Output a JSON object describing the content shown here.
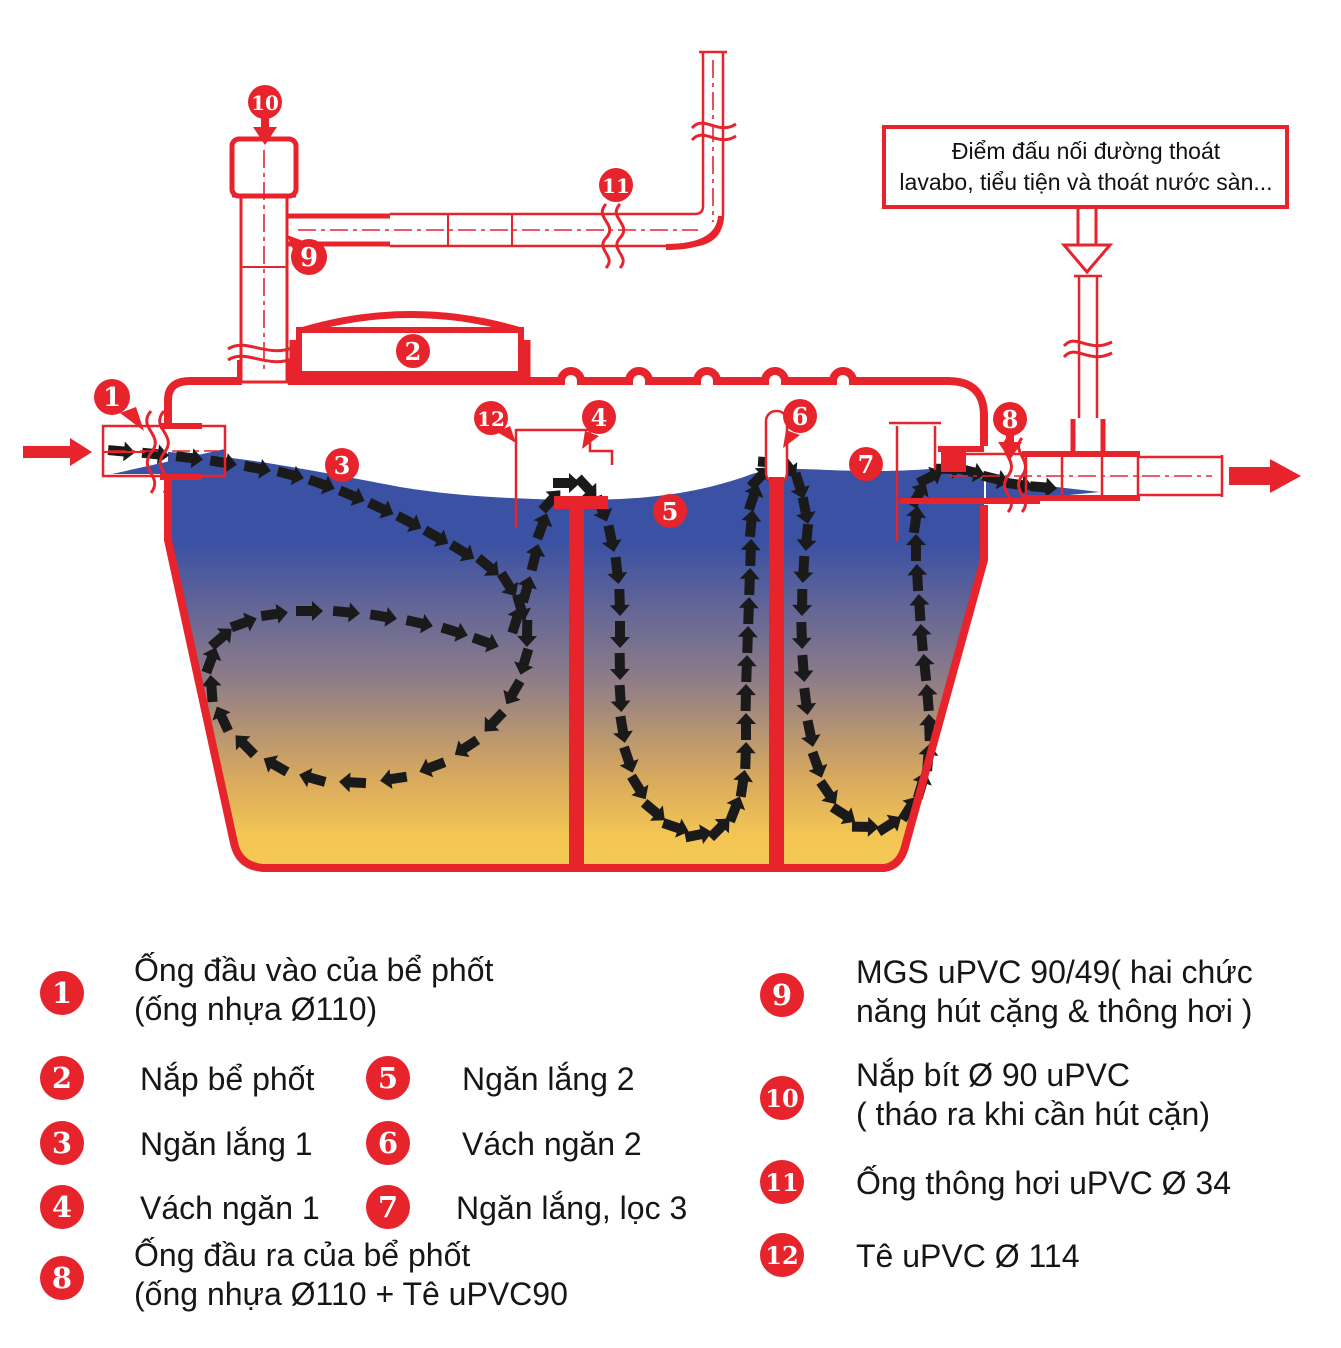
{
  "colors": {
    "accent_red": "#e7232b",
    "water_blue": "#3b51a3",
    "sludge_yellow": "#f5c952",
    "flow_arrow_black": "#1a1a1a"
  },
  "annotation": {
    "line1": "Điểm đấu nối đường thoát",
    "line2": "lavabo, tiểu tiện và thoát nước sàn..."
  },
  "diagram": {
    "badges": {
      "b1": "1",
      "b2": "2",
      "b3": "3",
      "b4": "4",
      "b5": "5",
      "b6": "6",
      "b7": "7",
      "b8": "8",
      "b9": "9",
      "b10": "10",
      "b11": "11",
      "b12": "12"
    }
  },
  "legend": {
    "items": [
      {
        "num": "1",
        "lines": [
          "Ống đầu vào của bể phốt",
          "(ống nhựa Ø110)"
        ]
      },
      {
        "num": "2",
        "lines": [
          "Nắp bể phốt"
        ]
      },
      {
        "num": "3",
        "lines": [
          "Ngăn lắng 1"
        ]
      },
      {
        "num": "4",
        "lines": [
          "Vách ngăn 1"
        ]
      },
      {
        "num": "5",
        "lines": [
          "Ngăn lắng 2"
        ]
      },
      {
        "num": "6",
        "lines": [
          "Vách ngăn 2"
        ]
      },
      {
        "num": "7",
        "lines": [
          "Ngăn lắng, lọc 3"
        ]
      },
      {
        "num": "8",
        "lines": [
          "Ống đầu ra của bể phốt",
          "(ống nhựa Ø110 + Tê uPVC90"
        ]
      },
      {
        "num": "9",
        "lines": [
          "MGS uPVC 90/49( hai chức",
          "năng hút cặng & thông hơi )"
        ]
      },
      {
        "num": "10",
        "lines": [
          "Nắp bít Ø 90 uPVC",
          "( tháo ra khi cần hút cặn)"
        ]
      },
      {
        "num": "11",
        "lines": [
          "Ống thông hơi uPVC Ø 34"
        ]
      },
      {
        "num": "12",
        "lines": [
          "Tê uPVC Ø 114"
        ]
      }
    ]
  }
}
